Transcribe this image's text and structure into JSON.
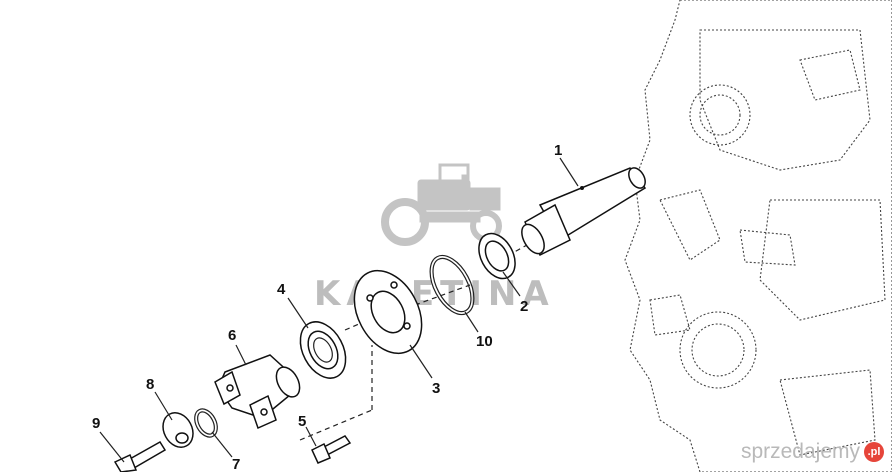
{
  "watermark": {
    "text": "KARETINA"
  },
  "branding": {
    "site_name": "sprzedajemy",
    "site_suffix": ".pl"
  },
  "callouts": [
    {
      "id": "1",
      "label": "1"
    },
    {
      "id": "2",
      "label": "2"
    },
    {
      "id": "3",
      "label": "3"
    },
    {
      "id": "4",
      "label": "4"
    },
    {
      "id": "5",
      "label": "5"
    },
    {
      "id": "6",
      "label": "6"
    },
    {
      "id": "7",
      "label": "7"
    },
    {
      "id": "8",
      "label": "8"
    },
    {
      "id": "9",
      "label": "9"
    },
    {
      "id": "10",
      "label": "10"
    }
  ]
}
